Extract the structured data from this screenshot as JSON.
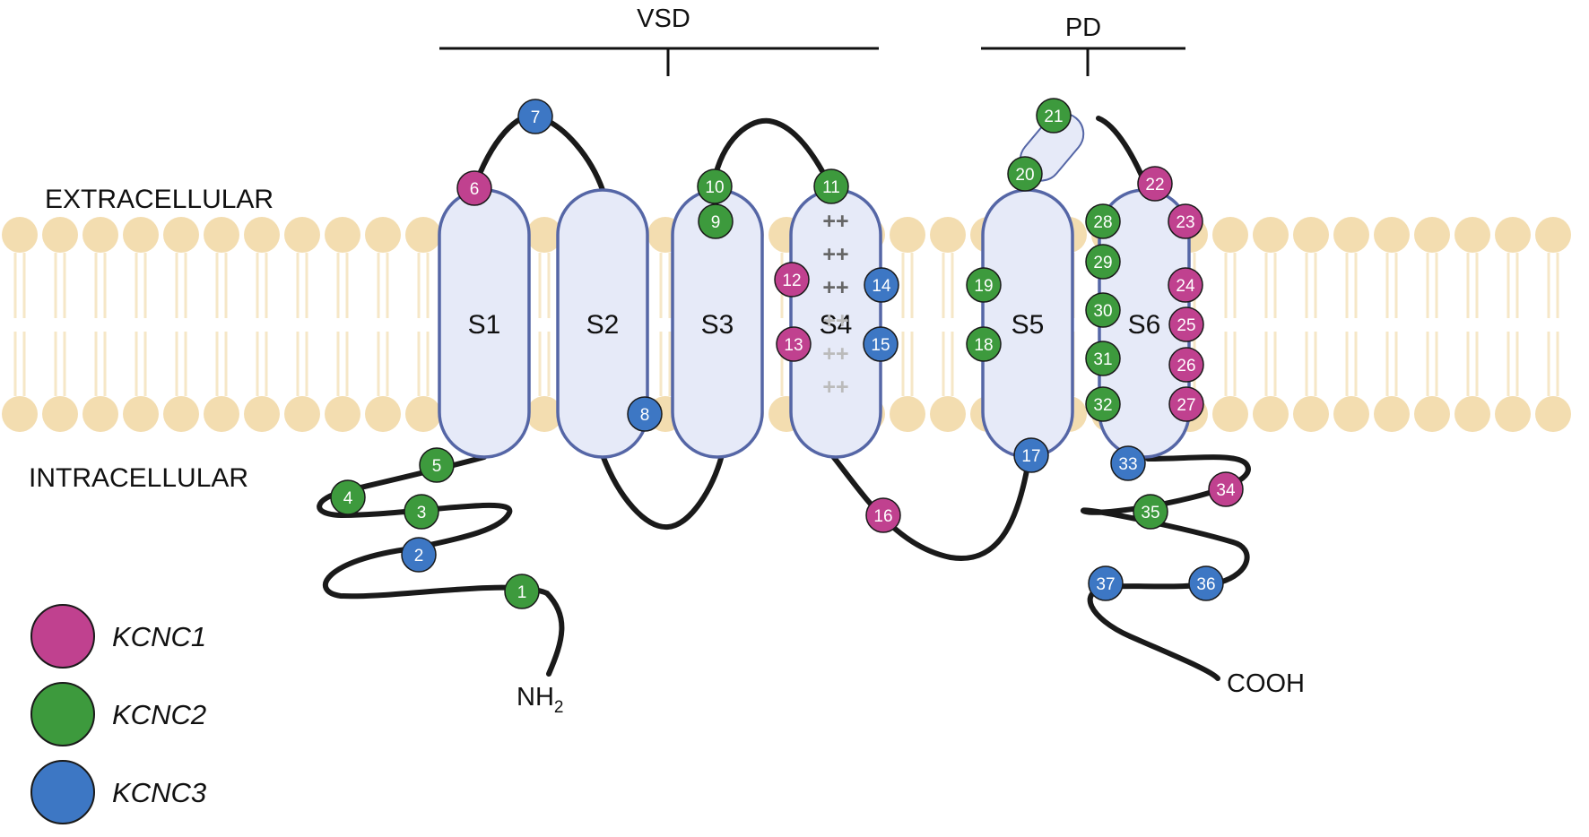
{
  "domains": {
    "vsd_label": "VSD",
    "pd_label": "PD"
  },
  "regions": {
    "extracellular": "EXTRACELLULAR",
    "intracellular": "INTRACELLULAR"
  },
  "termini": {
    "n_term_main": "NH",
    "n_term_sub": "2",
    "c_term": "COOH"
  },
  "helices": [
    {
      "id": "S1",
      "label": "S1"
    },
    {
      "id": "S2",
      "label": "S2"
    },
    {
      "id": "S3",
      "label": "S3"
    },
    {
      "id": "S4",
      "label": "S4"
    },
    {
      "id": "S5",
      "label": "S5"
    },
    {
      "id": "S6",
      "label": "S6"
    }
  ],
  "s4_charges": [
    "++",
    "++",
    "++",
    "++",
    "++",
    "++"
  ],
  "colors": {
    "KCNC1": "#c0418f",
    "KCNC2": "#3d9a3d",
    "KCNC3": "#3d77c4",
    "helix_fill": "#e6eaf8",
    "helix_stroke": "#5566a6",
    "lipid": "#f3ddb0",
    "backbone": "#1a1a1a"
  },
  "legend": [
    {
      "gene": "KCNC1",
      "label": "KCNC1"
    },
    {
      "gene": "KCNC2",
      "label": "KCNC2"
    },
    {
      "gene": "KCNC3",
      "label": "KCNC3"
    }
  ],
  "variants": [
    {
      "n": "1",
      "gene": "KCNC2"
    },
    {
      "n": "2",
      "gene": "KCNC3"
    },
    {
      "n": "3",
      "gene": "KCNC2"
    },
    {
      "n": "4",
      "gene": "KCNC2"
    },
    {
      "n": "5",
      "gene": "KCNC2"
    },
    {
      "n": "6",
      "gene": "KCNC1"
    },
    {
      "n": "7",
      "gene": "KCNC3"
    },
    {
      "n": "8",
      "gene": "KCNC3"
    },
    {
      "n": "9",
      "gene": "KCNC2"
    },
    {
      "n": "10",
      "gene": "KCNC2"
    },
    {
      "n": "11",
      "gene": "KCNC2"
    },
    {
      "n": "12",
      "gene": "KCNC1"
    },
    {
      "n": "13",
      "gene": "KCNC1"
    },
    {
      "n": "14",
      "gene": "KCNC3"
    },
    {
      "n": "15",
      "gene": "KCNC3"
    },
    {
      "n": "16",
      "gene": "KCNC1"
    },
    {
      "n": "17",
      "gene": "KCNC3"
    },
    {
      "n": "18",
      "gene": "KCNC2"
    },
    {
      "n": "19",
      "gene": "KCNC2"
    },
    {
      "n": "20",
      "gene": "KCNC2"
    },
    {
      "n": "21",
      "gene": "KCNC2"
    },
    {
      "n": "22",
      "gene": "KCNC1"
    },
    {
      "n": "23",
      "gene": "KCNC1"
    },
    {
      "n": "24",
      "gene": "KCNC1"
    },
    {
      "n": "25",
      "gene": "KCNC1"
    },
    {
      "n": "26",
      "gene": "KCNC1"
    },
    {
      "n": "27",
      "gene": "KCNC1"
    },
    {
      "n": "28",
      "gene": "KCNC2"
    },
    {
      "n": "29",
      "gene": "KCNC2"
    },
    {
      "n": "30",
      "gene": "KCNC2"
    },
    {
      "n": "31",
      "gene": "KCNC2"
    },
    {
      "n": "32",
      "gene": "KCNC2"
    },
    {
      "n": "33",
      "gene": "KCNC3"
    },
    {
      "n": "34",
      "gene": "KCNC1"
    },
    {
      "n": "35",
      "gene": "KCNC2"
    },
    {
      "n": "36",
      "gene": "KCNC3"
    },
    {
      "n": "37",
      "gene": "KCNC3"
    }
  ]
}
